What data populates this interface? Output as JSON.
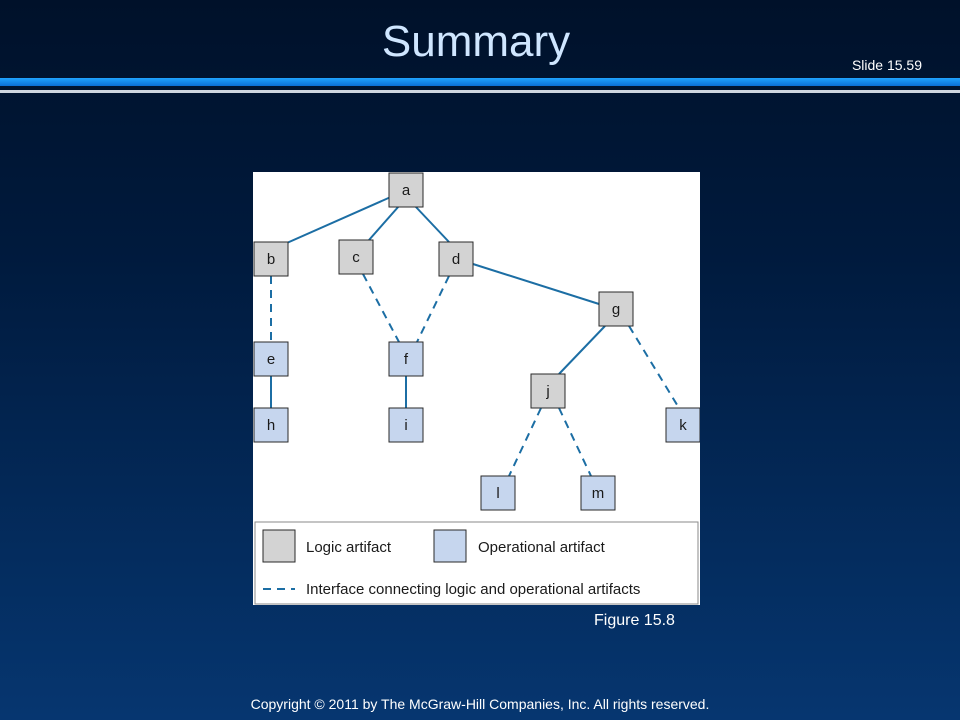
{
  "slide": {
    "title": "Summary",
    "number": "Slide 15.59",
    "caption": "Figure 15.8",
    "copyright": "Copyright © 2011 by The McGraw-Hill Companies, Inc.  All rights reserved."
  },
  "colors": {
    "logic_fill": "#d3d3d3",
    "operational_fill": "#c6d6ee",
    "edge": "#1c6ea4"
  },
  "diagram": {
    "nodes": [
      {
        "id": "a",
        "label": "a",
        "kind": "logic"
      },
      {
        "id": "b",
        "label": "b",
        "kind": "logic"
      },
      {
        "id": "c",
        "label": "c",
        "kind": "logic"
      },
      {
        "id": "d",
        "label": "d",
        "kind": "logic"
      },
      {
        "id": "e",
        "label": "e",
        "kind": "operational"
      },
      {
        "id": "f",
        "label": "f",
        "kind": "operational"
      },
      {
        "id": "g",
        "label": "g",
        "kind": "logic"
      },
      {
        "id": "h",
        "label": "h",
        "kind": "operational"
      },
      {
        "id": "i",
        "label": "i",
        "kind": "operational"
      },
      {
        "id": "j",
        "label": "j",
        "kind": "logic"
      },
      {
        "id": "k",
        "label": "k",
        "kind": "operational"
      },
      {
        "id": "l",
        "label": "l",
        "kind": "operational"
      },
      {
        "id": "m",
        "label": "m",
        "kind": "operational"
      }
    ],
    "edges": [
      {
        "from": "a",
        "to": "b",
        "style": "solid"
      },
      {
        "from": "a",
        "to": "c",
        "style": "solid"
      },
      {
        "from": "a",
        "to": "d",
        "style": "solid"
      },
      {
        "from": "b",
        "to": "e",
        "style": "dashed"
      },
      {
        "from": "c",
        "to": "f",
        "style": "dashed"
      },
      {
        "from": "d",
        "to": "f",
        "style": "dashed"
      },
      {
        "from": "d",
        "to": "g",
        "style": "solid"
      },
      {
        "from": "e",
        "to": "h",
        "style": "solid"
      },
      {
        "from": "f",
        "to": "i",
        "style": "solid"
      },
      {
        "from": "g",
        "to": "j",
        "style": "solid"
      },
      {
        "from": "g",
        "to": "k",
        "style": "dashed"
      },
      {
        "from": "j",
        "to": "l",
        "style": "dashed"
      },
      {
        "from": "j",
        "to": "m",
        "style": "dashed"
      }
    ],
    "legend": {
      "logic_label": "Logic artifact",
      "operational_label": "Operational artifact",
      "interface_label": "Interface connecting logic and operational artifacts"
    }
  }
}
